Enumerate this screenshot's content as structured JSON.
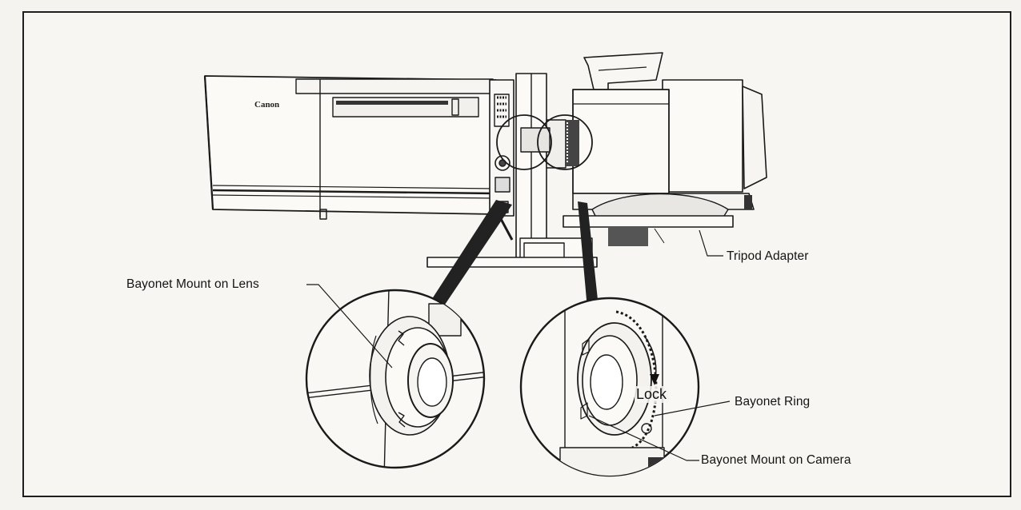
{
  "brand": "Canon",
  "labels": {
    "tripod_adapter": "Tripod Adapter",
    "bayonet_mount_lens": "Bayonet Mount on Lens",
    "bayonet_ring": "Bayonet Ring",
    "bayonet_mount_camera": "Bayonet Mount on Camera",
    "lock": "Lock"
  }
}
